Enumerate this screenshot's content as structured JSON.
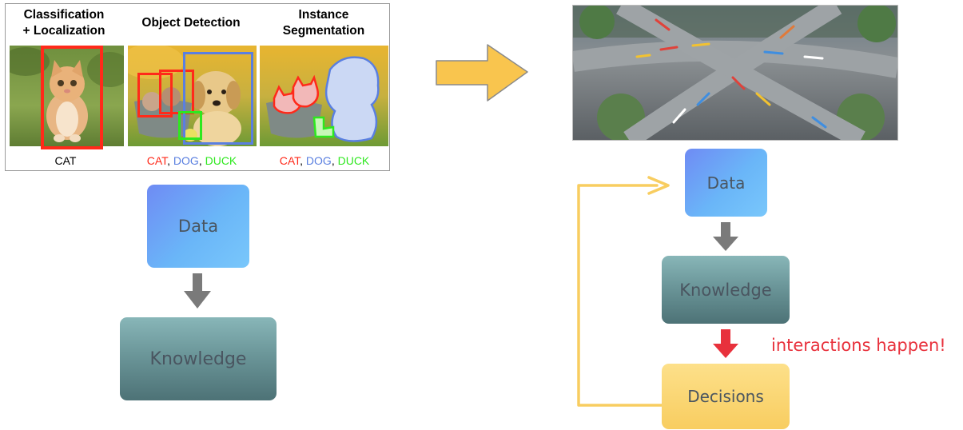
{
  "cv_panel": {
    "tasks": [
      {
        "title_line1": "Classification",
        "title_line2": "+ Localization",
        "caption": "CAT"
      },
      {
        "title_line1": "Object Detection",
        "title_line2": ""
      },
      {
        "title_line1": "Instance",
        "title_line2": "Segmentation"
      }
    ],
    "caption_labels": {
      "cat": "CAT",
      "dog": "DOG",
      "duck": "DUCK",
      "sep": ", "
    }
  },
  "left_flow": {
    "data_label": "Data",
    "knowledge_label": "Knowledge"
  },
  "right_flow": {
    "data_label": "Data",
    "knowledge_label": "Knowledge",
    "decisions_label": "Decisions",
    "annotation": "interactions happen!"
  },
  "colors": {
    "red_label": "#ff2a1a",
    "blue_label": "#5a7fe0",
    "green_label": "#2ee81e",
    "big_arrow": "#f9c54e",
    "feedback_loop": "#f8cd60",
    "decision_arrow": "#e8313c",
    "flow_arrow": "#7a7a7a"
  }
}
